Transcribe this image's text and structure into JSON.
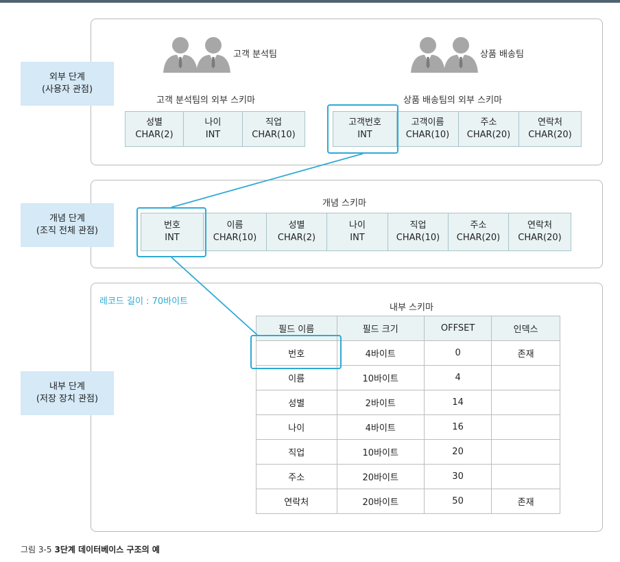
{
  "levels": {
    "external": [
      "외부 단계",
      "(사용자 관점)"
    ],
    "conceptual": [
      "개념 단계",
      "(조직 전체 관점)"
    ],
    "internal": [
      "내부 단계",
      "(저장 장치 관점)"
    ]
  },
  "external": {
    "team1": "고객 분석팀",
    "team2": "상품 배송팀",
    "schema1_title": "고객 분석팀의 외부 스키마",
    "schema2_title": "상품 배송팀의 외부 스키마",
    "schema1": [
      {
        "name": "성별",
        "type": "CHAR(2)"
      },
      {
        "name": "나이",
        "type": "INT"
      },
      {
        "name": "직업",
        "type": "CHAR(10)"
      }
    ],
    "schema2": [
      {
        "name": "고객번호",
        "type": "INT"
      },
      {
        "name": "고객이름",
        "type": "CHAR(10)"
      },
      {
        "name": "주소",
        "type": "CHAR(20)"
      },
      {
        "name": "연락처",
        "type": "CHAR(20)"
      }
    ]
  },
  "conceptual": {
    "title": "개념 스키마",
    "fields": [
      {
        "name": "번호",
        "type": "INT"
      },
      {
        "name": "이름",
        "type": "CHAR(10)"
      },
      {
        "name": "성별",
        "type": "CHAR(2)"
      },
      {
        "name": "나이",
        "type": "INT"
      },
      {
        "name": "직업",
        "type": "CHAR(10)"
      },
      {
        "name": "주소",
        "type": "CHAR(20)"
      },
      {
        "name": "연락처",
        "type": "CHAR(20)"
      }
    ]
  },
  "internal": {
    "record_length": "레코드 길이 : 70바이트",
    "title": "내부 스키마",
    "headers": [
      "필드 이름",
      "필드 크기",
      "OFFSET",
      "인덱스"
    ],
    "rows": [
      [
        "번호",
        "4바이트",
        "0",
        "존재"
      ],
      [
        "이름",
        "10바이트",
        "4",
        ""
      ],
      [
        "성별",
        "2바이트",
        "14",
        ""
      ],
      [
        "나이",
        "4바이트",
        "16",
        ""
      ],
      [
        "직업",
        "10바이트",
        "20",
        ""
      ],
      [
        "주소",
        "20바이트",
        "30",
        ""
      ],
      [
        "연락처",
        "20바이트",
        "50",
        "존재"
      ]
    ]
  },
  "caption": {
    "number": "그림 3-5",
    "text": "3단계 데이터베이스 구조의 예"
  },
  "colors": {
    "highlight": "#2ea9d5",
    "level_bg": "#d5e9f6",
    "cell_bg": "#e9f3f4",
    "person": "#a7a7a7"
  }
}
